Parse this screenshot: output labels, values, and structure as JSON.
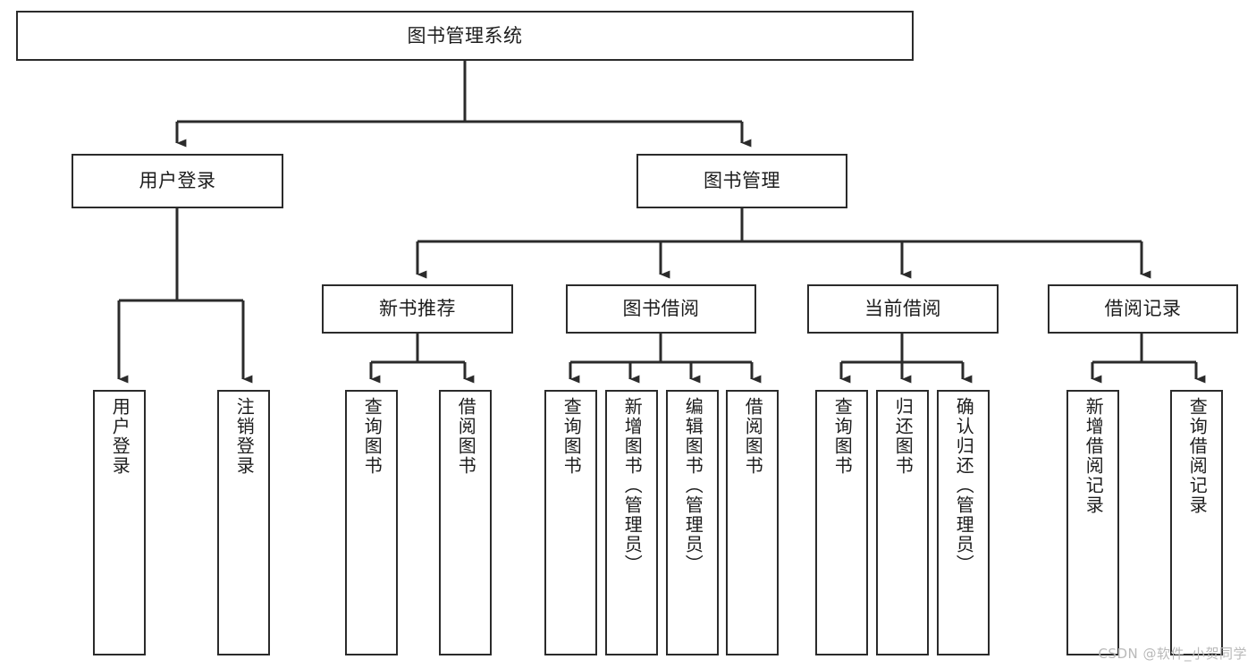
{
  "diagram": {
    "title": "图书管理系统",
    "type": "tree",
    "watermark": "CSDN @软件_小贺同学",
    "colors": {
      "line": "#2b2b2b",
      "box_border": "#2b2b2b",
      "box_fill": "#ffffff",
      "text": "#1d1d1d",
      "background": "#ffffff",
      "watermark": "#b9b9b9"
    },
    "nodes": {
      "root": {
        "label": "图书管理系统",
        "level": 1,
        "orientation": "horizontal"
      },
      "l2_user_login": {
        "label": "用户登录",
        "level": 2,
        "orientation": "horizontal"
      },
      "l2_book_mgmt": {
        "label": "图书管理",
        "level": 2,
        "orientation": "horizontal"
      },
      "l3_new_book_rec": {
        "label": "新书推荐",
        "level": 3,
        "orientation": "horizontal"
      },
      "l3_book_borrow": {
        "label": "图书借阅",
        "level": 3,
        "orientation": "horizontal"
      },
      "l3_current_borrow": {
        "label": "当前借阅",
        "level": 3,
        "orientation": "horizontal"
      },
      "l3_borrow_record": {
        "label": "借阅记录",
        "level": 3,
        "orientation": "horizontal"
      },
      "leaf_user_login": {
        "label": "用户登录",
        "level": 3,
        "orientation": "vertical"
      },
      "leaf_logout": {
        "label": "注销登录",
        "level": 3,
        "orientation": "vertical"
      },
      "leaf_rec_query": {
        "label": "查询图书",
        "level": 4,
        "orientation": "vertical"
      },
      "leaf_rec_borrow": {
        "label": "借阅图书",
        "level": 4,
        "orientation": "vertical"
      },
      "leaf_borrow_query": {
        "label": "查询图书",
        "level": 4,
        "orientation": "vertical"
      },
      "leaf_borrow_add": {
        "label": "新增图书（管理员）",
        "level": 4,
        "orientation": "vertical"
      },
      "leaf_borrow_edit": {
        "label": "编辑图书（管理员）",
        "level": 4,
        "orientation": "vertical"
      },
      "leaf_borrow_do": {
        "label": "借阅图书",
        "level": 4,
        "orientation": "vertical"
      },
      "leaf_cur_query": {
        "label": "查询图书",
        "level": 4,
        "orientation": "vertical"
      },
      "leaf_cur_return": {
        "label": "归还图书",
        "level": 4,
        "orientation": "vertical"
      },
      "leaf_cur_confirm": {
        "label": "确认归还（管理员）",
        "level": 4,
        "orientation": "vertical"
      },
      "leaf_rec_add": {
        "label": "新增借阅记录",
        "level": 4,
        "orientation": "vertical"
      },
      "leaf_rec_search": {
        "label": "查询借阅记录",
        "level": 4,
        "orientation": "vertical"
      }
    },
    "edges": [
      {
        "from": "root",
        "to": "l2_user_login"
      },
      {
        "from": "root",
        "to": "l2_book_mgmt"
      },
      {
        "from": "l2_user_login",
        "to": "leaf_user_login"
      },
      {
        "from": "l2_user_login",
        "to": "leaf_logout"
      },
      {
        "from": "l2_book_mgmt",
        "to": "l3_new_book_rec"
      },
      {
        "from": "l2_book_mgmt",
        "to": "l3_book_borrow"
      },
      {
        "from": "l2_book_mgmt",
        "to": "l3_current_borrow"
      },
      {
        "from": "l2_book_mgmt",
        "to": "l3_borrow_record"
      },
      {
        "from": "l3_new_book_rec",
        "to": "leaf_rec_query"
      },
      {
        "from": "l3_new_book_rec",
        "to": "leaf_rec_borrow"
      },
      {
        "from": "l3_book_borrow",
        "to": "leaf_borrow_query"
      },
      {
        "from": "l3_book_borrow",
        "to": "leaf_borrow_add"
      },
      {
        "from": "l3_book_borrow",
        "to": "leaf_borrow_edit"
      },
      {
        "from": "l3_book_borrow",
        "to": "leaf_borrow_do"
      },
      {
        "from": "l3_current_borrow",
        "to": "leaf_cur_query"
      },
      {
        "from": "l3_current_borrow",
        "to": "leaf_cur_return"
      },
      {
        "from": "l3_current_borrow",
        "to": "leaf_cur_confirm"
      },
      {
        "from": "l3_borrow_record",
        "to": "leaf_rec_add"
      },
      {
        "from": "l3_borrow_record",
        "to": "leaf_rec_search"
      }
    ]
  }
}
